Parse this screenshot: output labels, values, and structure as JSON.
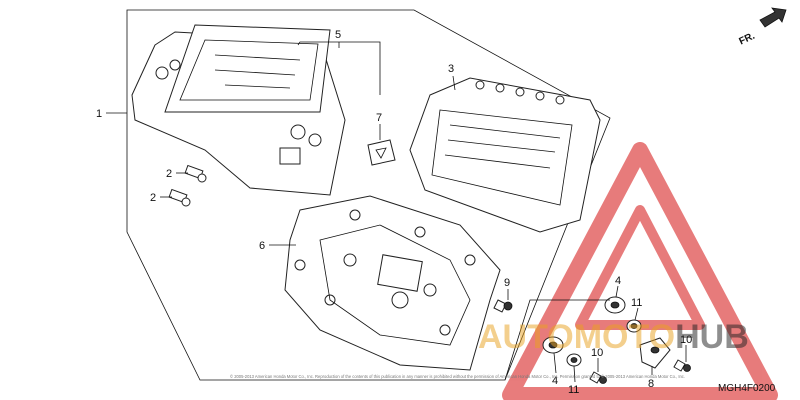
{
  "direction_label": "FR.",
  "callouts": [
    "1",
    "2",
    "2",
    "3",
    "4",
    "4",
    "5",
    "6",
    "7",
    "8",
    "9",
    "10",
    "10",
    "11",
    "11"
  ],
  "diagram_code": "MGH4F0200",
  "watermark": {
    "part1": "AUTO",
    "part2": "MOTO",
    "part3": "HUB",
    "color_dark": "#222222",
    "color_accent": "#e8a020",
    "triangle_color": "#e05050"
  },
  "copyright": "© 2005-2013 American Honda Motor Co., Inc. Reproduction of the contents of this publication in any manner is prohibited without the permission of American Honda Motor Co., Inc. Permission granted to © 2005-2013 American Honda Motor Co., Inc."
}
